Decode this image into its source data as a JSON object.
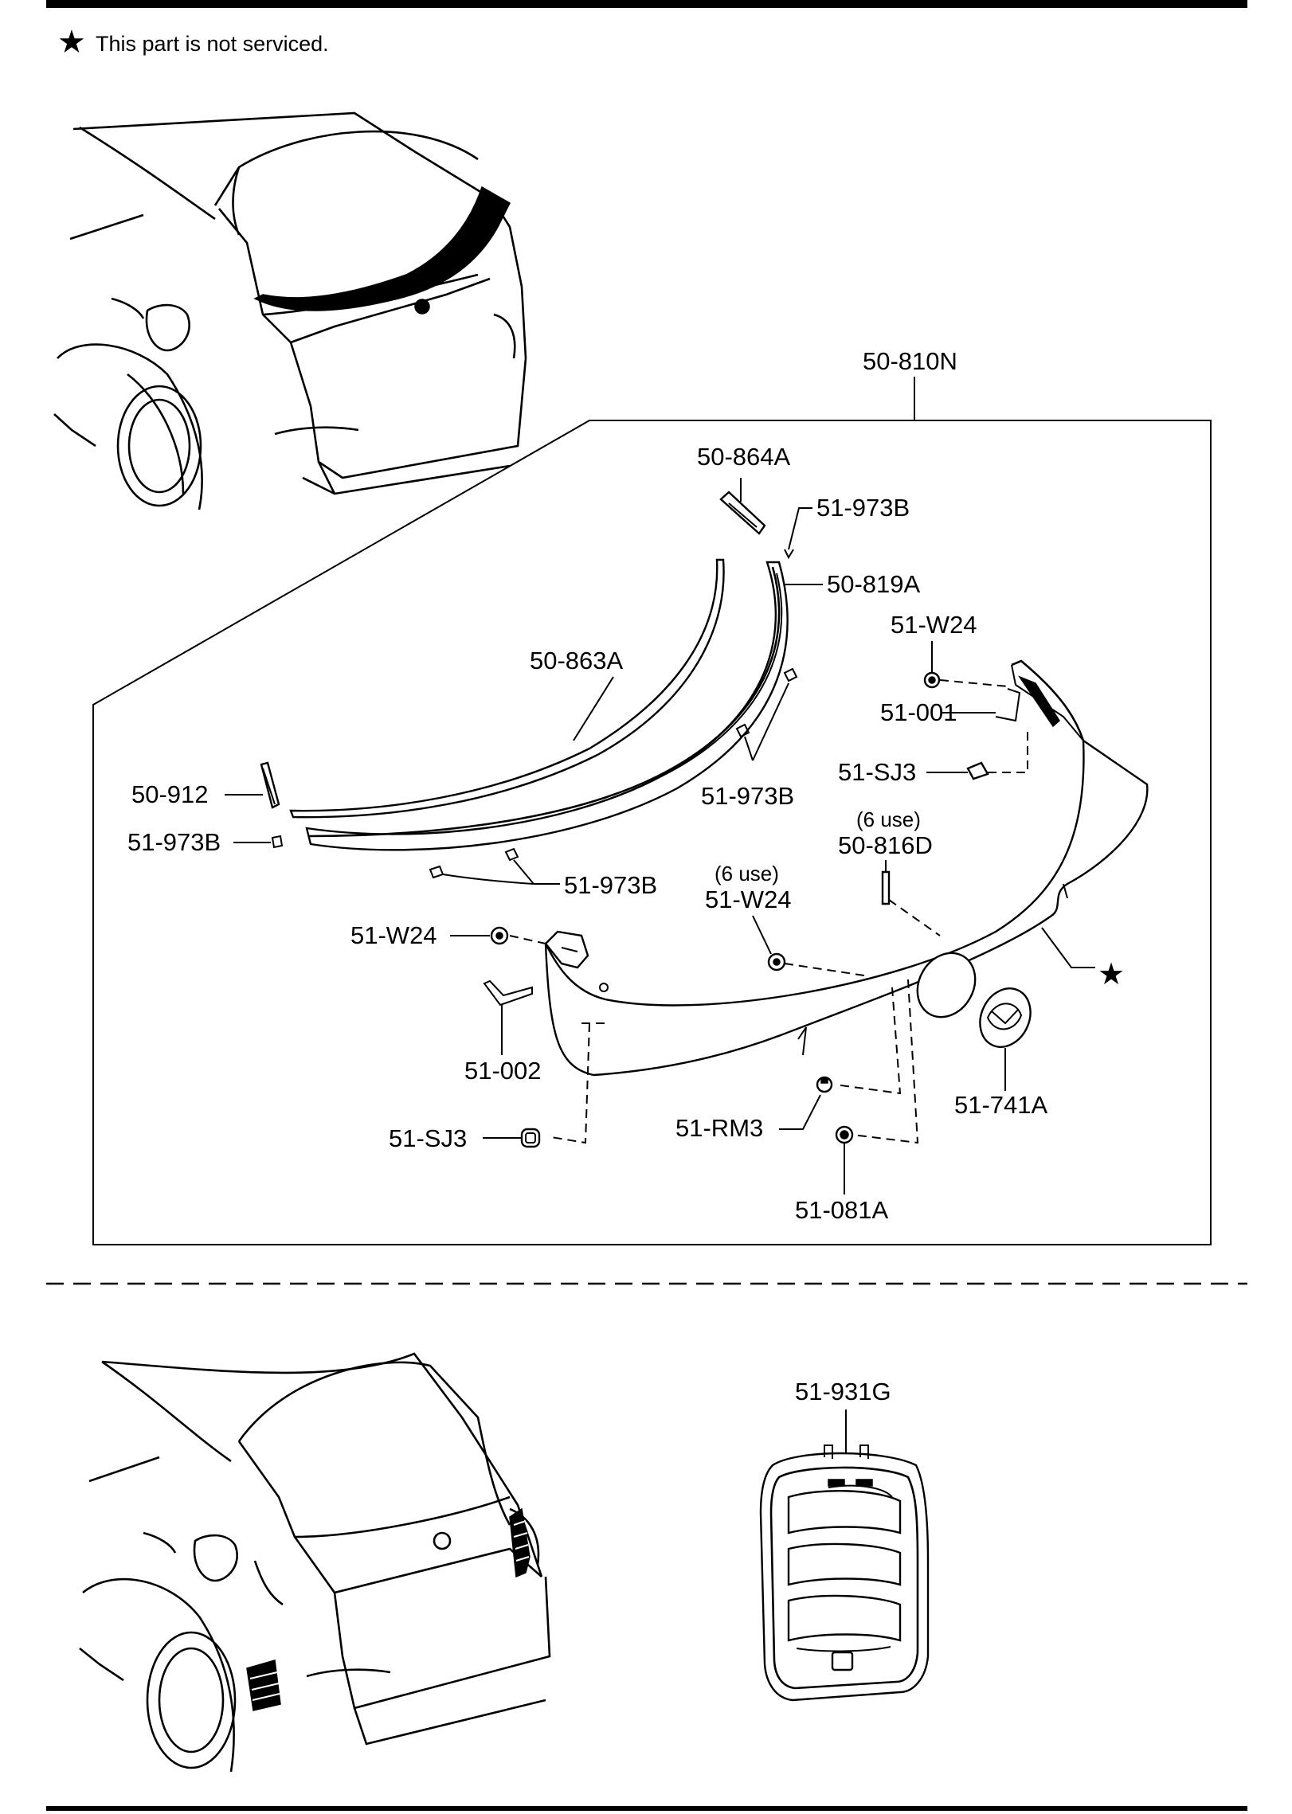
{
  "note": {
    "star": "★",
    "text": "This part is not serviced."
  },
  "labels": {
    "p50_810N": "50-810N",
    "p50_864A": "50-864A",
    "p51_973B_top": "51-973B",
    "p50_819A": "50-819A",
    "p51_W24_top": "51-W24",
    "p50_863A": "50-863A",
    "p51_001": "51-001",
    "p51_SJ3_right": "51-SJ3",
    "p50_912": "50-912",
    "p51_973B_mid": "51-973B",
    "p51_973B_left": "51-973B",
    "p51_973B_low": "51-973B",
    "p50_816D_use": "(6 use)",
    "p50_816D": "50-816D",
    "p51_W24_mid_use": "(6 use)",
    "p51_W24_mid": "51-W24",
    "p51_W24_left": "51-W24",
    "star_callout": "★",
    "p51_002": "51-002",
    "p51_741A": "51-741A",
    "p51_RM3": "51-RM3",
    "p51_SJ3_low": "51-SJ3",
    "p51_081A": "51-081A",
    "p51_931G": "51-931G"
  },
  "icons": {
    "star": "star-icon",
    "vehicle_top": "suv-rear-view-icon",
    "vehicle_bottom": "suv-rear-view-icon",
    "grille_part": "vent-grille-icon"
  }
}
